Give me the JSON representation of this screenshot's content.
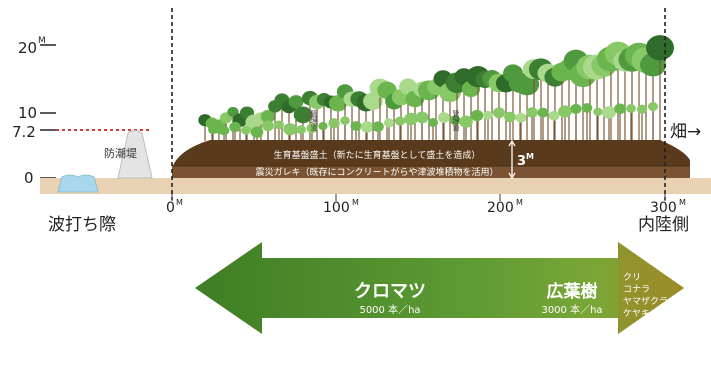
{
  "elevation_axis": {
    "label_20": "20",
    "label_20_unit": "M",
    "label_10": "10",
    "label_7_2": "7.2",
    "label_0": "0"
  },
  "distance_axis": {
    "label_0": "0",
    "label_100": "100",
    "label_200": "200",
    "label_300": "300",
    "unit": "M"
  },
  "labels": {
    "seawall": "防潮堤",
    "shore": "波打ち際",
    "inland": "内陸側",
    "field": "畑→",
    "path_1": "管理道",
    "path_2": "管理道",
    "mound_height": "3",
    "mound_height_unit": "M"
  },
  "mound_layers": {
    "top": "生育基盤盛土（新たに生育基盤として盛土を造成）",
    "bottom": "震災ガレキ（既存にコンクリートがらや津波堆積物を活用）"
  },
  "arrow": {
    "pine_title": "クロマツ",
    "pine_density": "5000 本／ha",
    "broadleaf_title": "広葉樹",
    "broadleaf_density": "3000 本／ha",
    "species": [
      "クリ",
      "コナラ",
      "ヤマザクラ",
      "ケヤキ"
    ]
  },
  "colors": {
    "arrow_green_dark": "#3f7d25",
    "arrow_green_light": "#6fa83c",
    "arrow_tip_gold": "#9a8a2a",
    "soil_top": "#5a3a1c",
    "soil_bottom": "#7a5432",
    "ground": "#e9d2b4",
    "high_tide_line": "#d42020",
    "water": "#a9d8ec"
  }
}
